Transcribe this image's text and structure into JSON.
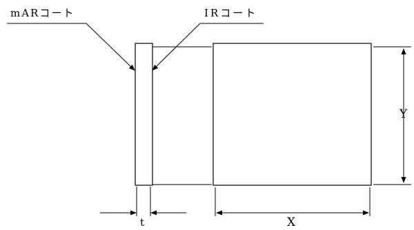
{
  "labels": {
    "mar_coat": "mARコート",
    "ir_coat": "IRコート",
    "dim_y": "Y",
    "dim_t": "t",
    "dim_x": "X"
  },
  "colors": {
    "stroke": "#000000",
    "background": "#ffffff"
  }
}
